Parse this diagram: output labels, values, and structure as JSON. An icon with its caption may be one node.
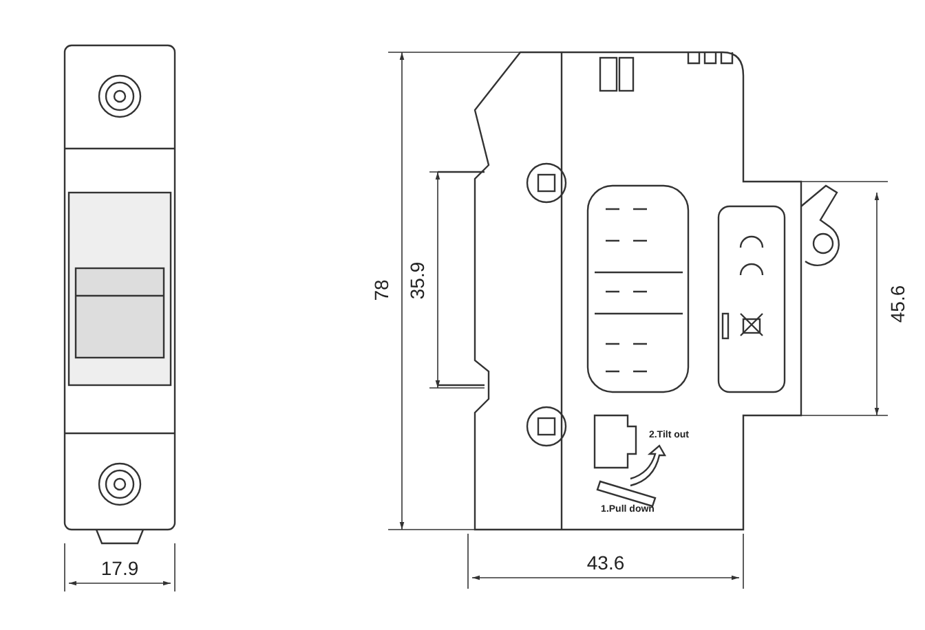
{
  "diagram": {
    "labels": [
      "78",
      "35.9",
      "45.6",
      "2.Tilt out",
      "1.Pull down",
      "17.9",
      "43.6"
    ]
  }
}
